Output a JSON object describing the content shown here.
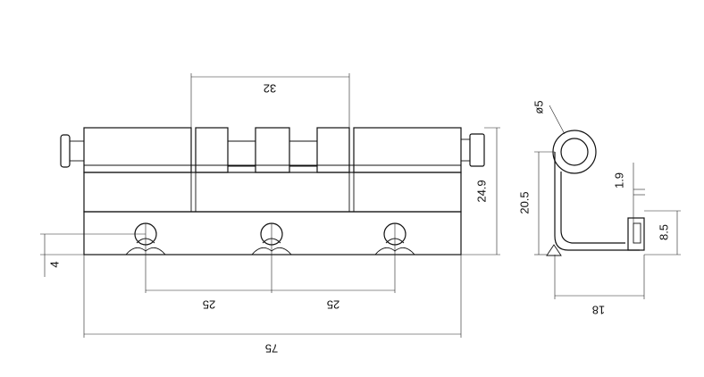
{
  "drawing": {
    "front_view": {
      "dims": {
        "width_32": "32",
        "height_24_9": "24.9",
        "offset_4": "4",
        "pitch_a": "25",
        "pitch_b": "25",
        "overall_75": "75"
      }
    },
    "side_view": {
      "dims": {
        "dia_5": "ø5",
        "thickness_1_9": "1.9",
        "height_20_5": "20.5",
        "height_8_5": "8.5",
        "width_18": "18"
      }
    }
  }
}
